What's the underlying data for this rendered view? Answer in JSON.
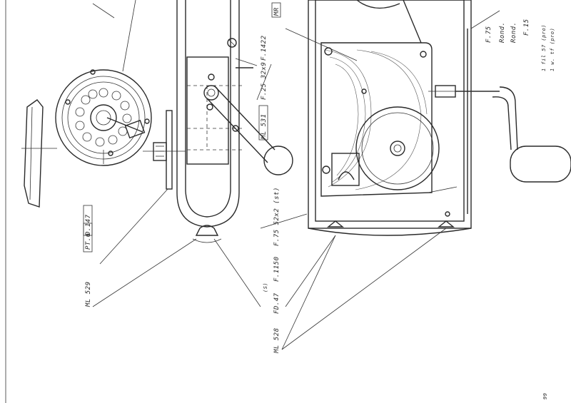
{
  "labels": {
    "ml529": "ML 529",
    "pt6": "PT.6",
    "d147": "D.147",
    "ml528": "ML 528",
    "fd47": "FD.47",
    "f1150": "F.1150",
    "f75_52x2": "F.75 52x2 (st)",
    "ml531": "ML 531",
    "f25_32x9": "F.25 32x9",
    "f1422": "F.1422",
    "mr": "MR",
    "f75": "F.75",
    "rond1": "Rond.",
    "rond2": "Rond.",
    "f15": "F.15",
    "marker_s": "(S)",
    "side_note_1": "1  fil 57 (pro)",
    "side_note_2": "1  w. tf (pro)",
    "corner_num": "99"
  }
}
